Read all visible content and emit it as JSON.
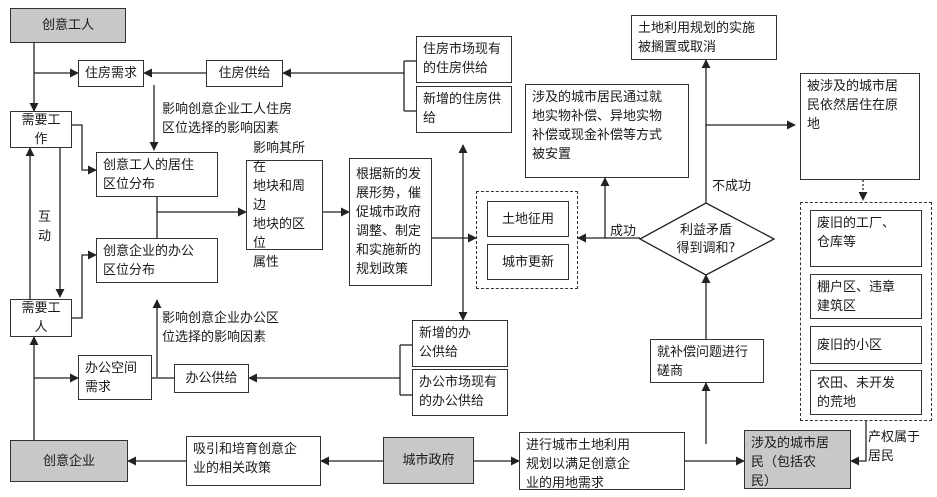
{
  "nodes": {
    "creative_workers": "创意工人",
    "housing_demand": "住房需求",
    "housing_supply": "住房供给",
    "housing_existing": "住房市场现有\n的住房供给",
    "housing_new": "新增的住房供\n给",
    "need_work": "需要工作",
    "workers_distribution": "创意工人的居住\n区位分布",
    "enterprise_distribution": "创意企业的办公\n区位分布",
    "location_attr": "影响其所在\n地块和周边\n地块的区位\n属性",
    "gov_policy": "根据新的发\n展形势，催\n促城市政府\n调整、制定\n和实施新的\n规划政策",
    "need_workers": "需要工人",
    "office_demand": "办公空间\n需求",
    "office_supply": "办公供给",
    "office_new": "新增的办\n公供给",
    "office_existing": "办公市场现有\n的办公供给",
    "creative_enterprise": "创意企业",
    "attract_policy": "吸引和培育创意企\n业的相关政策",
    "city_gov": "城市政府",
    "land_use_planning": "进行城市土地利用\n规划以满足创意企\n业的用地需求",
    "residents": "涉及的城市居\n民（包括农\n民）",
    "negotiate": "就补偿问题进行\n磋商",
    "conflict": "利益矛盾\n得到调和?",
    "land_acquisition": "土地征用",
    "urban_renewal": "城市更新",
    "compensated": "涉及的城市居民通过就\n地实物补偿、异地实物\n补偿或现金补偿等方式\n被安置",
    "planning_shelved": "土地利用规划的实施\n被搁置或取消",
    "still_living": "被涉及的城市居\n民依然居住在原\n地",
    "old_factory": "废旧的工厂、\n仓库等",
    "shanty": "棚户区、违章\n建筑区",
    "old_community": "废旧的小区",
    "farmland": "农田、未开发\n的荒地"
  },
  "labels": {
    "housing_factors": "影响创意企业工人住房\n区位选择的影响因素",
    "office_factors": "影响创意企业办公区\n位选择的影响因素",
    "interact": "互\n动",
    "success": "成功",
    "failure": "不成功",
    "property_rights": "产权属于\n居民"
  }
}
